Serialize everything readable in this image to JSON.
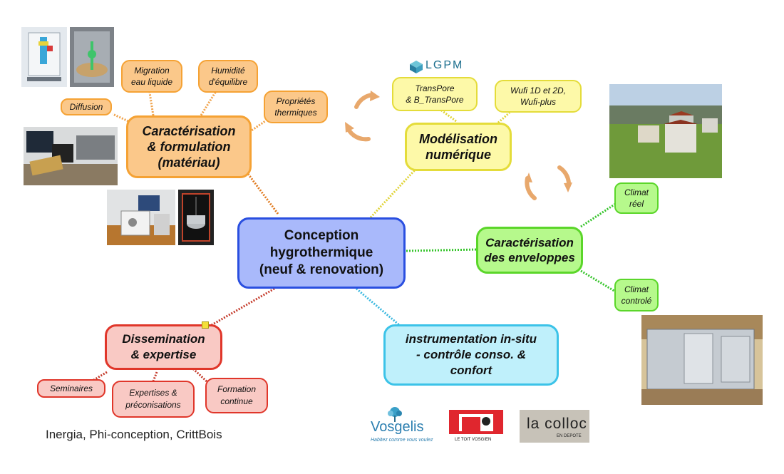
{
  "center": {
    "lines": [
      "Conception",
      "hygrothermique",
      "(neuf & renovation)"
    ]
  },
  "materiau": {
    "main": [
      "Caractérisation",
      "& formulation",
      "(matériau)"
    ],
    "diffusion": [
      "Diffusion"
    ],
    "migration": [
      "Migration",
      "eau liquide"
    ],
    "humidite": [
      "Humidité",
      "d'équilibre"
    ],
    "thermiques": [
      "Propriétés",
      "thermiques"
    ]
  },
  "modelisation": {
    "main": [
      "Modélisation",
      "numérique"
    ],
    "transpore": [
      "TransPore",
      "& B_TransPore"
    ],
    "wufi": [
      "Wufi 1D et 2D,",
      "Wufi-plus"
    ],
    "logo_text": "LGPM"
  },
  "enveloppes": {
    "main": [
      "Caractérisation",
      "des enveloppes"
    ],
    "climat_reel": [
      "Climat",
      "réel"
    ],
    "climat_controle": [
      "Climat",
      "controlé"
    ]
  },
  "instrumentation": {
    "main": [
      "instrumentation in-situ",
      "- contrôle conso. &",
      "confort"
    ]
  },
  "dissemination": {
    "main": [
      "Dissemination",
      "& expertise"
    ],
    "seminaires": [
      "Seminaires"
    ],
    "expertises": [
      "Expertises &",
      "préconisations"
    ],
    "formation": [
      "Formation",
      "continue"
    ]
  },
  "credits": "Inergia, Phi-conception, CrittBois",
  "logos": {
    "vosgelis": "Vosgelis",
    "vosgelis_tagline": "Habitez comme vous voulez",
    "toit": "LE TOIT VOSGIEN",
    "colloc": "la colloc",
    "colloc_sub": "EN DEPOTE"
  },
  "colors": {
    "orange_fill": "#fbc88a",
    "orange_border": "#f5a234",
    "yellow_fill": "#fdf9a8",
    "yellow_border": "#e4dc3a",
    "green_fill": "#b6f98c",
    "green_border": "#5bd62a",
    "blue_fill": "#a9b9fb",
    "blue_border": "#2a4fe0",
    "cyan_fill": "#bff0fb",
    "cyan_border": "#3cc3e8",
    "red_fill": "#f9c9c4",
    "red_border": "#e0362a"
  }
}
